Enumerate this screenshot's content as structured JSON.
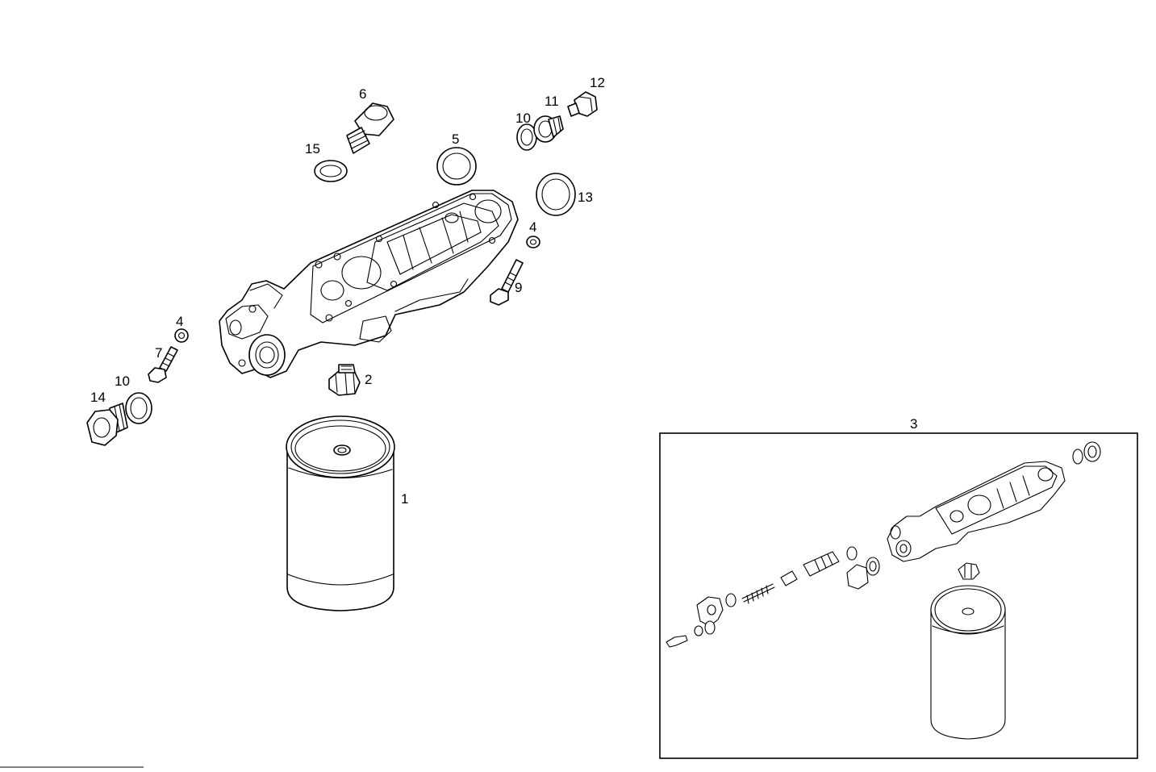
{
  "callouts": {
    "c1": "1",
    "c2": "2",
    "c3": "3",
    "c4a": "4",
    "c4b": "4",
    "c5": "5",
    "c6": "6",
    "c7": "7",
    "c9": "9",
    "c10a": "10",
    "c10b": "10",
    "c11": "11",
    "c12": "12",
    "c13": "13",
    "c14": "14",
    "c15": "15"
  }
}
